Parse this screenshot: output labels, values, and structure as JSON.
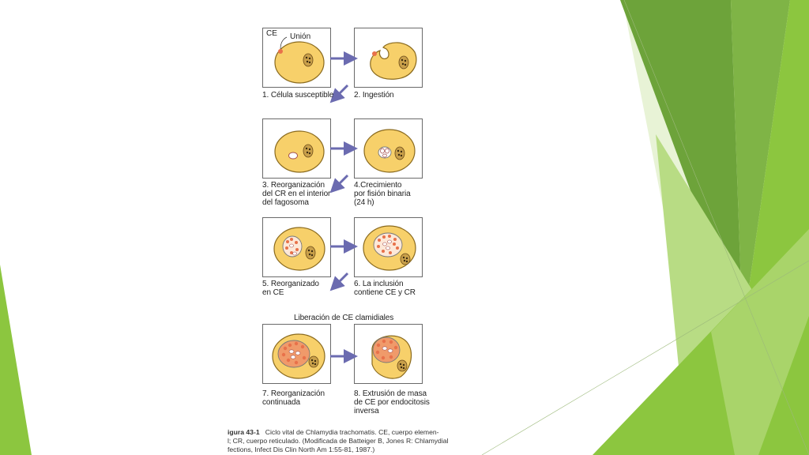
{
  "slide": {
    "accent_colors": [
      "#8cc63f",
      "#6da33a",
      "#a9d46a",
      "#d7ebb4"
    ]
  },
  "diagram": {
    "labels": {
      "ce": "CE",
      "union": "Unión"
    },
    "steps": [
      {
        "caption": "1. Célula susceptible"
      },
      {
        "caption": "2. Ingestión"
      },
      {
        "caption": "3. Reorganización\ndel CR en el interior\ndel fagosoma"
      },
      {
        "caption": "4.Crecimiento\npor fisión binaria\n(24 h)"
      },
      {
        "caption": "5. Reorganizado\nen CE"
      },
      {
        "caption": "6. La inclusión\ncontiene CE y CR"
      },
      {
        "caption": "7. Reorganización\ncontinuada"
      },
      {
        "caption": "8. Extrusión de masa\nde CE por endocitosis\ninversa"
      }
    ],
    "release_heading": "Liberación de CE clamidiales",
    "figure_caption": {
      "label": "igura 43-1",
      "line1": "Ciclo vital de Chlamydia trachomatis. CE, cuerpo elemen-",
      "line2": "l; CR, cuerpo reticulado. (Modificada de Batteiger B, Jones R: Chlamydial",
      "line3": "fections, Infect Dis Clin North Am 1:55-81, 1987.)"
    },
    "colors": {
      "cell_fill": "#f7d06a",
      "cell_stroke": "#8a6a1e",
      "eb": "#e8714a",
      "arrow": "#6b6bb0"
    }
  }
}
